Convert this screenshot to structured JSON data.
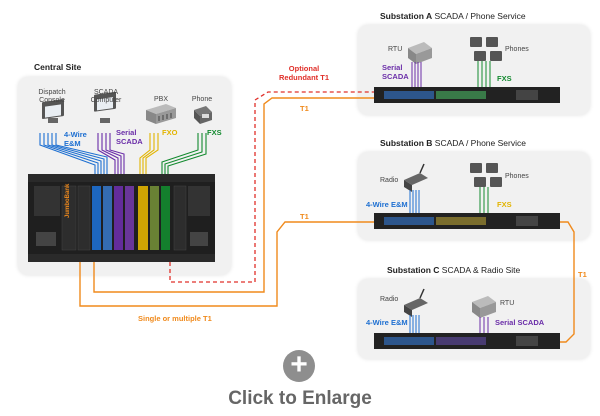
{
  "central": {
    "title": "Central Site",
    "devices": {
      "dispatch": "Dispatch Console",
      "scada": "SCADA Computer",
      "pbx": "PBX",
      "phone": "Phone"
    },
    "signals": {
      "four_wire": "4-Wire E&M",
      "serial": "Serial SCADA",
      "fxo": "FXO",
      "fxs": "FXS"
    },
    "brand": "JumboBank"
  },
  "sub_a": {
    "title_bold": "Substation A",
    "title_rest": " SCADA / Phone Service",
    "rtu": "RTU",
    "phones": "Phones",
    "serial": "Serial SCADA",
    "fxs": "FXS"
  },
  "sub_b": {
    "title_bold": "Substation B",
    "title_rest": " SCADA / Phone Service",
    "radio": "Radio",
    "phones": "Phones",
    "four_wire": "4-Wire E&M",
    "fxs": "FXS"
  },
  "sub_c": {
    "title_bold": "Substation C",
    "title_rest": " SCADA & Radio Site",
    "radio": "Radio",
    "rtu": "RTU",
    "four_wire": "4-Wire E&M",
    "serial": "Serial SCADA"
  },
  "links": {
    "optional": "Optional Redundant T1",
    "t1_a": "T1",
    "t1_b": "T1",
    "t1_c": "T1",
    "single_multiple": "Single or multiple T1"
  },
  "cta": {
    "plus": "+",
    "label": "Click to Enlarge"
  },
  "colors": {
    "blue": "#1d6fd1",
    "purple": "#6a2da8",
    "yellow": "#e2b400",
    "green": "#138a2f",
    "orange": "#f08a1c",
    "red": "#e0302a"
  }
}
